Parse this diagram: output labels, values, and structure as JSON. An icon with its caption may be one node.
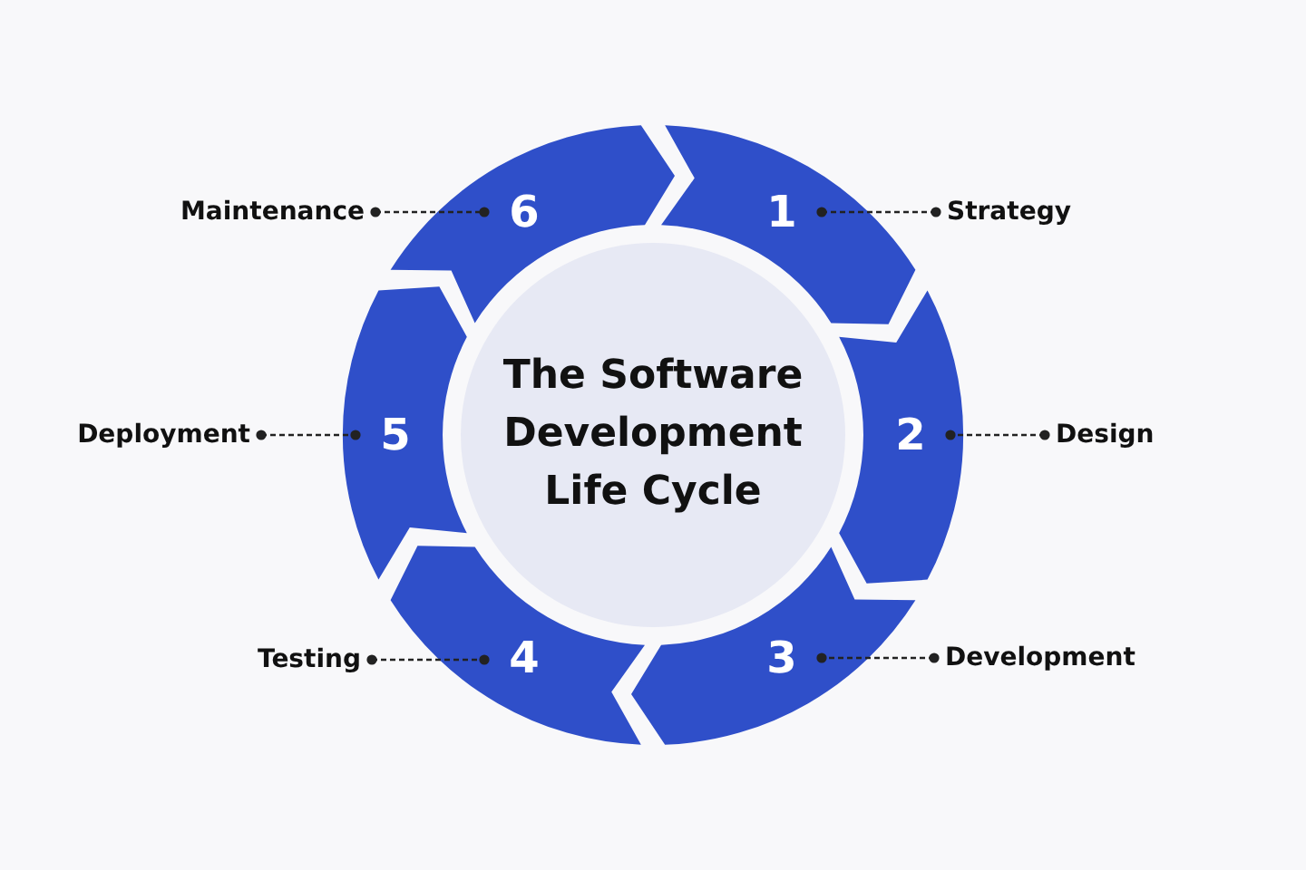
{
  "diagram": {
    "nodes": [
      {
        "text": [
          "The Software Development Life Cycle"
        ]
      },
      {
        "text": [
          "1"
        ]
      },
      {
        "text": [
          "2"
        ]
      },
      {
        "text": [
          "3"
        ]
      },
      {
        "text": [
          "4"
        ]
      },
      {
        "text": [
          "5"
        ]
      },
      {
        "text": [
          "6"
        ]
      },
      {
        "text": [
          "Strategy"
        ]
      },
      {
        "text": [
          "Design"
        ]
      },
      {
        "text": [
          "Development"
        ]
      },
      {
        "text": [
          "Testing"
        ]
      },
      {
        "text": [
          "Deployment"
        ]
      },
      {
        "text": [
          "Maintenance"
        ]
      }
    ],
    "edges": [
      {
        "from": 7,
        "to": 1,
        "arrow": "other",
        "style": "dashed"
      },
      {
        "from": 8,
        "to": 2,
        "arrow": "other",
        "style": "dashed"
      },
      {
        "from": 9,
        "to": 3,
        "arrow": "other",
        "style": "dashed"
      },
      {
        "from": 10,
        "to": 4,
        "arrow": "other",
        "style": "dashed"
      },
      {
        "from": 11,
        "to": 5,
        "arrow": "other",
        "style": "dashed"
      },
      {
        "from": 12,
        "to": 6,
        "arrow": "other",
        "style": "dashed"
      }
    ]
  }
}
